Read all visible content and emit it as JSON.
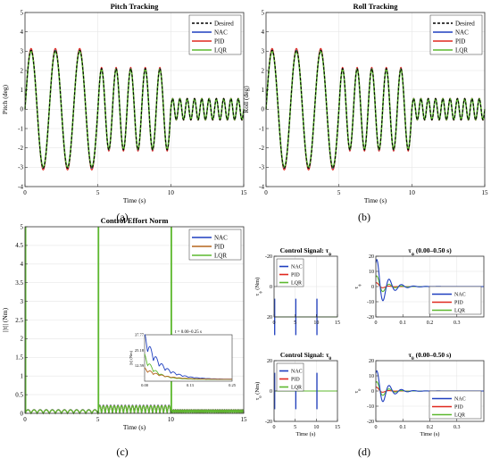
{
  "panel_labels": [
    "(a)",
    "(b)",
    "(c)",
    "(d)"
  ],
  "colors": {
    "desired": "#000000",
    "nac": "#1f3fbf",
    "pid": "#e0281e",
    "lqr": "#5cb82e",
    "pid_c": "#b5651d"
  },
  "chart_data": [
    {
      "id": "pitch",
      "type": "line",
      "title": "Pitch Tracking",
      "xlabel": "Time (s)",
      "ylabel": "Pitch (deg)",
      "xlim": [
        0,
        15
      ],
      "ylim": [
        -4,
        5
      ],
      "xticks": [
        0,
        5,
        10,
        15
      ],
      "yticks": [
        -4,
        -3,
        -2,
        -1,
        0,
        1,
        2,
        3,
        4,
        5
      ],
      "grid": true,
      "legend": "top-right",
      "signal": {
        "segments": [
          {
            "t": [
              0,
              5
            ],
            "amp": 3.05,
            "freq_hz": 0.6
          },
          {
            "t": [
              5,
              10
            ],
            "amp": 2.1,
            "freq_hz": 1.0
          },
          {
            "t": [
              10,
              15
            ],
            "amp": 0.55,
            "freq_hz": 2.0
          }
        ]
      },
      "series": [
        {
          "name": "Desired",
          "key": "desired",
          "dash": true
        },
        {
          "name": "NAC",
          "key": "nac"
        },
        {
          "name": "PID",
          "key": "pid"
        },
        {
          "name": "LQR",
          "key": "lqr"
        }
      ]
    },
    {
      "id": "roll",
      "type": "line",
      "title": "Roll Tracking",
      "xlabel": "Time (s)",
      "ylabel": "Roll (deg)",
      "xlim": [
        0,
        15
      ],
      "ylim": [
        -4,
        5
      ],
      "xticks": [
        0,
        5,
        10,
        15
      ],
      "yticks": [
        -4,
        -3,
        -2,
        -1,
        0,
        1,
        2,
        3,
        4,
        5
      ],
      "grid": true,
      "legend": "top-right",
      "signal": {
        "segments": [
          {
            "t": [
              0,
              5
            ],
            "amp": 3.05,
            "freq_hz": 0.6
          },
          {
            "t": [
              5,
              10
            ],
            "amp": 2.1,
            "freq_hz": 1.0
          },
          {
            "t": [
              10,
              15
            ],
            "amp": 0.55,
            "freq_hz": 2.0
          }
        ]
      },
      "series": [
        {
          "name": "Desired",
          "key": "desired",
          "dash": true
        },
        {
          "name": "NAC",
          "key": "nac"
        },
        {
          "name": "PID",
          "key": "pid"
        },
        {
          "name": "LQR",
          "key": "lqr"
        }
      ]
    },
    {
      "id": "effort",
      "type": "line",
      "title": "Control Effort Norm",
      "xlabel": "Time (s)",
      "ylabel": "||τ|| (Nm)",
      "xlim": [
        0,
        15
      ],
      "ylim": [
        0,
        5
      ],
      "xticks": [
        0,
        5,
        10,
        15
      ],
      "yticks": [
        0,
        0.5,
        1,
        1.5,
        2,
        2.5,
        3,
        3.5,
        4,
        4.5,
        5
      ],
      "grid": true,
      "legend": "top-right",
      "spike_times": [
        0,
        5,
        10
      ],
      "baseline_segments": [
        {
          "t": [
            0,
            5
          ],
          "amp": 0.1,
          "freq_hz": 1.2
        },
        {
          "t": [
            5,
            10
          ],
          "amp": 0.22,
          "freq_hz": 2.0
        },
        {
          "t": [
            10,
            15
          ],
          "amp": 0.1,
          "freq_hz": 4.0
        }
      ],
      "series": [
        {
          "name": "NAC",
          "key": "nac"
        },
        {
          "name": "PID",
          "key": "pid_c"
        },
        {
          "name": "LQR",
          "key": "lqr"
        }
      ],
      "inset": {
        "title": "t = 0.00–0.25 s",
        "ylabel": "||τ|| (Nm)",
        "xlim": [
          0,
          0.25
        ],
        "ylim": [
          0,
          37.77
        ],
        "xticks": [
          0,
          0.13,
          0.25
        ],
        "xtick_labels": [
          "0.00",
          "0.13",
          "0.25"
        ],
        "yticks": [
          12.59,
          25.18,
          37.77
        ],
        "ytick_labels": [
          "12.59",
          "25.18",
          "37.77"
        ],
        "peak": 37.77
      }
    },
    {
      "id": "tau_phi",
      "type": "line",
      "title": "Control Signal: τ",
      "title_sub": "ϕ",
      "ylabel": "τ",
      "ylabel_sub": "ϕ",
      "ylabel_unit": "(Nm)",
      "xlim": [
        0,
        15
      ],
      "ylim": [
        -20,
        20
      ],
      "xticks": [
        0,
        5,
        10,
        15
      ],
      "yticks": [
        -20,
        0,
        20
      ],
      "ytick_labels": [
        "-20",
        "0",
        "20"
      ],
      "reverse_y": true,
      "spike_times": [
        0,
        5,
        10
      ],
      "grid": true,
      "legend": "top-left",
      "series": [
        {
          "name": "NAC",
          "key": "nac"
        },
        {
          "name": "PID",
          "key": "pid"
        },
        {
          "name": "LQR",
          "key": "lqr"
        }
      ]
    },
    {
      "id": "tau_phi_zoom",
      "type": "line",
      "title": "τ",
      "title_sub": "ϕ",
      "title_rest": " (0.00–0.50 s)",
      "ylabel": "τ",
      "ylabel_sub": "ϕ",
      "xlim": [
        0,
        0.4
      ],
      "ylim": [
        -20,
        20
      ],
      "xticks": [
        0,
        0.1,
        0.2,
        0.3
      ],
      "xtick_labels": [
        "0",
        "0.1",
        "0.2",
        "0.3"
      ],
      "yticks": [
        -20,
        -10,
        0,
        10,
        20
      ],
      "ytick_labels": [
        "-20",
        "-10",
        "0",
        "10",
        "20"
      ],
      "grid": true,
      "legend": "bottom-right",
      "series": [
        {
          "name": "NAC",
          "key": "nac",
          "peak": 20
        },
        {
          "name": "PID",
          "key": "pid",
          "peak": 3
        },
        {
          "name": "LQR",
          "key": "lqr",
          "peak": 8
        }
      ]
    },
    {
      "id": "tau_theta",
      "type": "line",
      "title": "Control Signal: τ",
      "title_sub": "θ",
      "ylabel": "τ",
      "ylabel_sub": "θ",
      "ylabel_unit": "(Nm)",
      "xlabel": "Time (s)",
      "xlim": [
        0,
        15
      ],
      "ylim": [
        -20,
        20
      ],
      "xticks": [
        0,
        5,
        10,
        15
      ],
      "yticks": [
        -20,
        0,
        20
      ],
      "ytick_labels": [
        "-20",
        "0",
        "20"
      ],
      "spike_times": [
        0,
        5,
        10
      ],
      "grid": true,
      "legend": "top-left",
      "series": [
        {
          "name": "NAC",
          "key": "nac"
        },
        {
          "name": "PID",
          "key": "pid"
        },
        {
          "name": "LQR",
          "key": "lqr"
        }
      ]
    },
    {
      "id": "tau_theta_zoom",
      "type": "line",
      "title": "τ",
      "title_sub": "θ",
      "title_rest": " (0.00–0.50 s)",
      "ylabel": "τ",
      "ylabel_sub": "θ",
      "xlabel": "Time (s)",
      "xlim": [
        0,
        0.4
      ],
      "ylim": [
        -20,
        20
      ],
      "xticks": [
        0,
        0.1,
        0.2,
        0.3
      ],
      "xtick_labels": [
        "0",
        "0.1",
        "0.2",
        "0.3"
      ],
      "yticks": [
        -20,
        -10,
        0,
        10,
        20
      ],
      "ytick_labels": [
        "-20",
        "-10",
        "0",
        "10",
        "20"
      ],
      "grid": true,
      "legend": "bottom-right",
      "series": [
        {
          "name": "NAC",
          "key": "nac",
          "peak": 15
        },
        {
          "name": "PID",
          "key": "pid",
          "peak": 3
        },
        {
          "name": "LQR",
          "key": "lqr",
          "peak": 7
        }
      ]
    }
  ]
}
